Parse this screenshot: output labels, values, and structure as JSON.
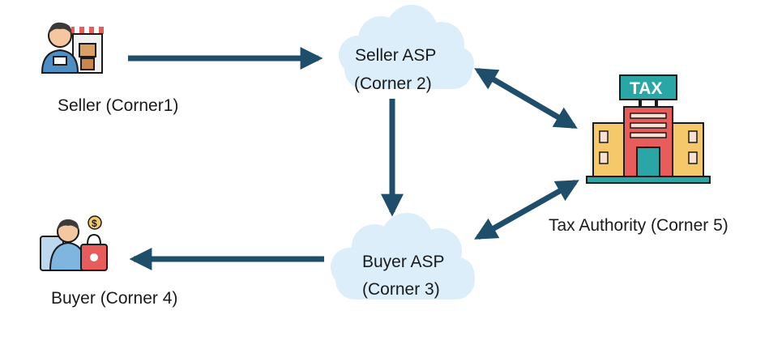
{
  "nodes": {
    "seller": {
      "label": "Seller (Corner1)",
      "icon": "seller-shop-icon"
    },
    "seller_asp": {
      "line1": "Seller ASP",
      "line2": "(Corner 2)",
      "icon": "cloud-icon"
    },
    "buyer": {
      "label": "Buyer (Corner 4)",
      "icon": "buyer-shopping-icon"
    },
    "buyer_asp": {
      "line1": "Buyer ASP",
      "line2": "(Corner 3)",
      "icon": "cloud-icon"
    },
    "tax_authority": {
      "label": "Tax Authority (Corner 5)",
      "icon": "tax-building-icon",
      "sign": "TAX"
    }
  },
  "edges": [
    {
      "from": "seller",
      "to": "seller_asp",
      "direction": "one-way"
    },
    {
      "from": "seller_asp",
      "to": "buyer_asp",
      "direction": "one-way"
    },
    {
      "from": "buyer_asp",
      "to": "buyer",
      "direction": "one-way"
    },
    {
      "from": "seller_asp",
      "to": "tax_authority",
      "direction": "two-way"
    },
    {
      "from": "buyer_asp",
      "to": "tax_authority",
      "direction": "two-way"
    }
  ],
  "colors": {
    "arrow": "#1f4e6b",
    "cloud": "#dbeefa",
    "building": "#e85c5c",
    "building_side": "#f5c96a",
    "sign": "#2aa6a6"
  }
}
